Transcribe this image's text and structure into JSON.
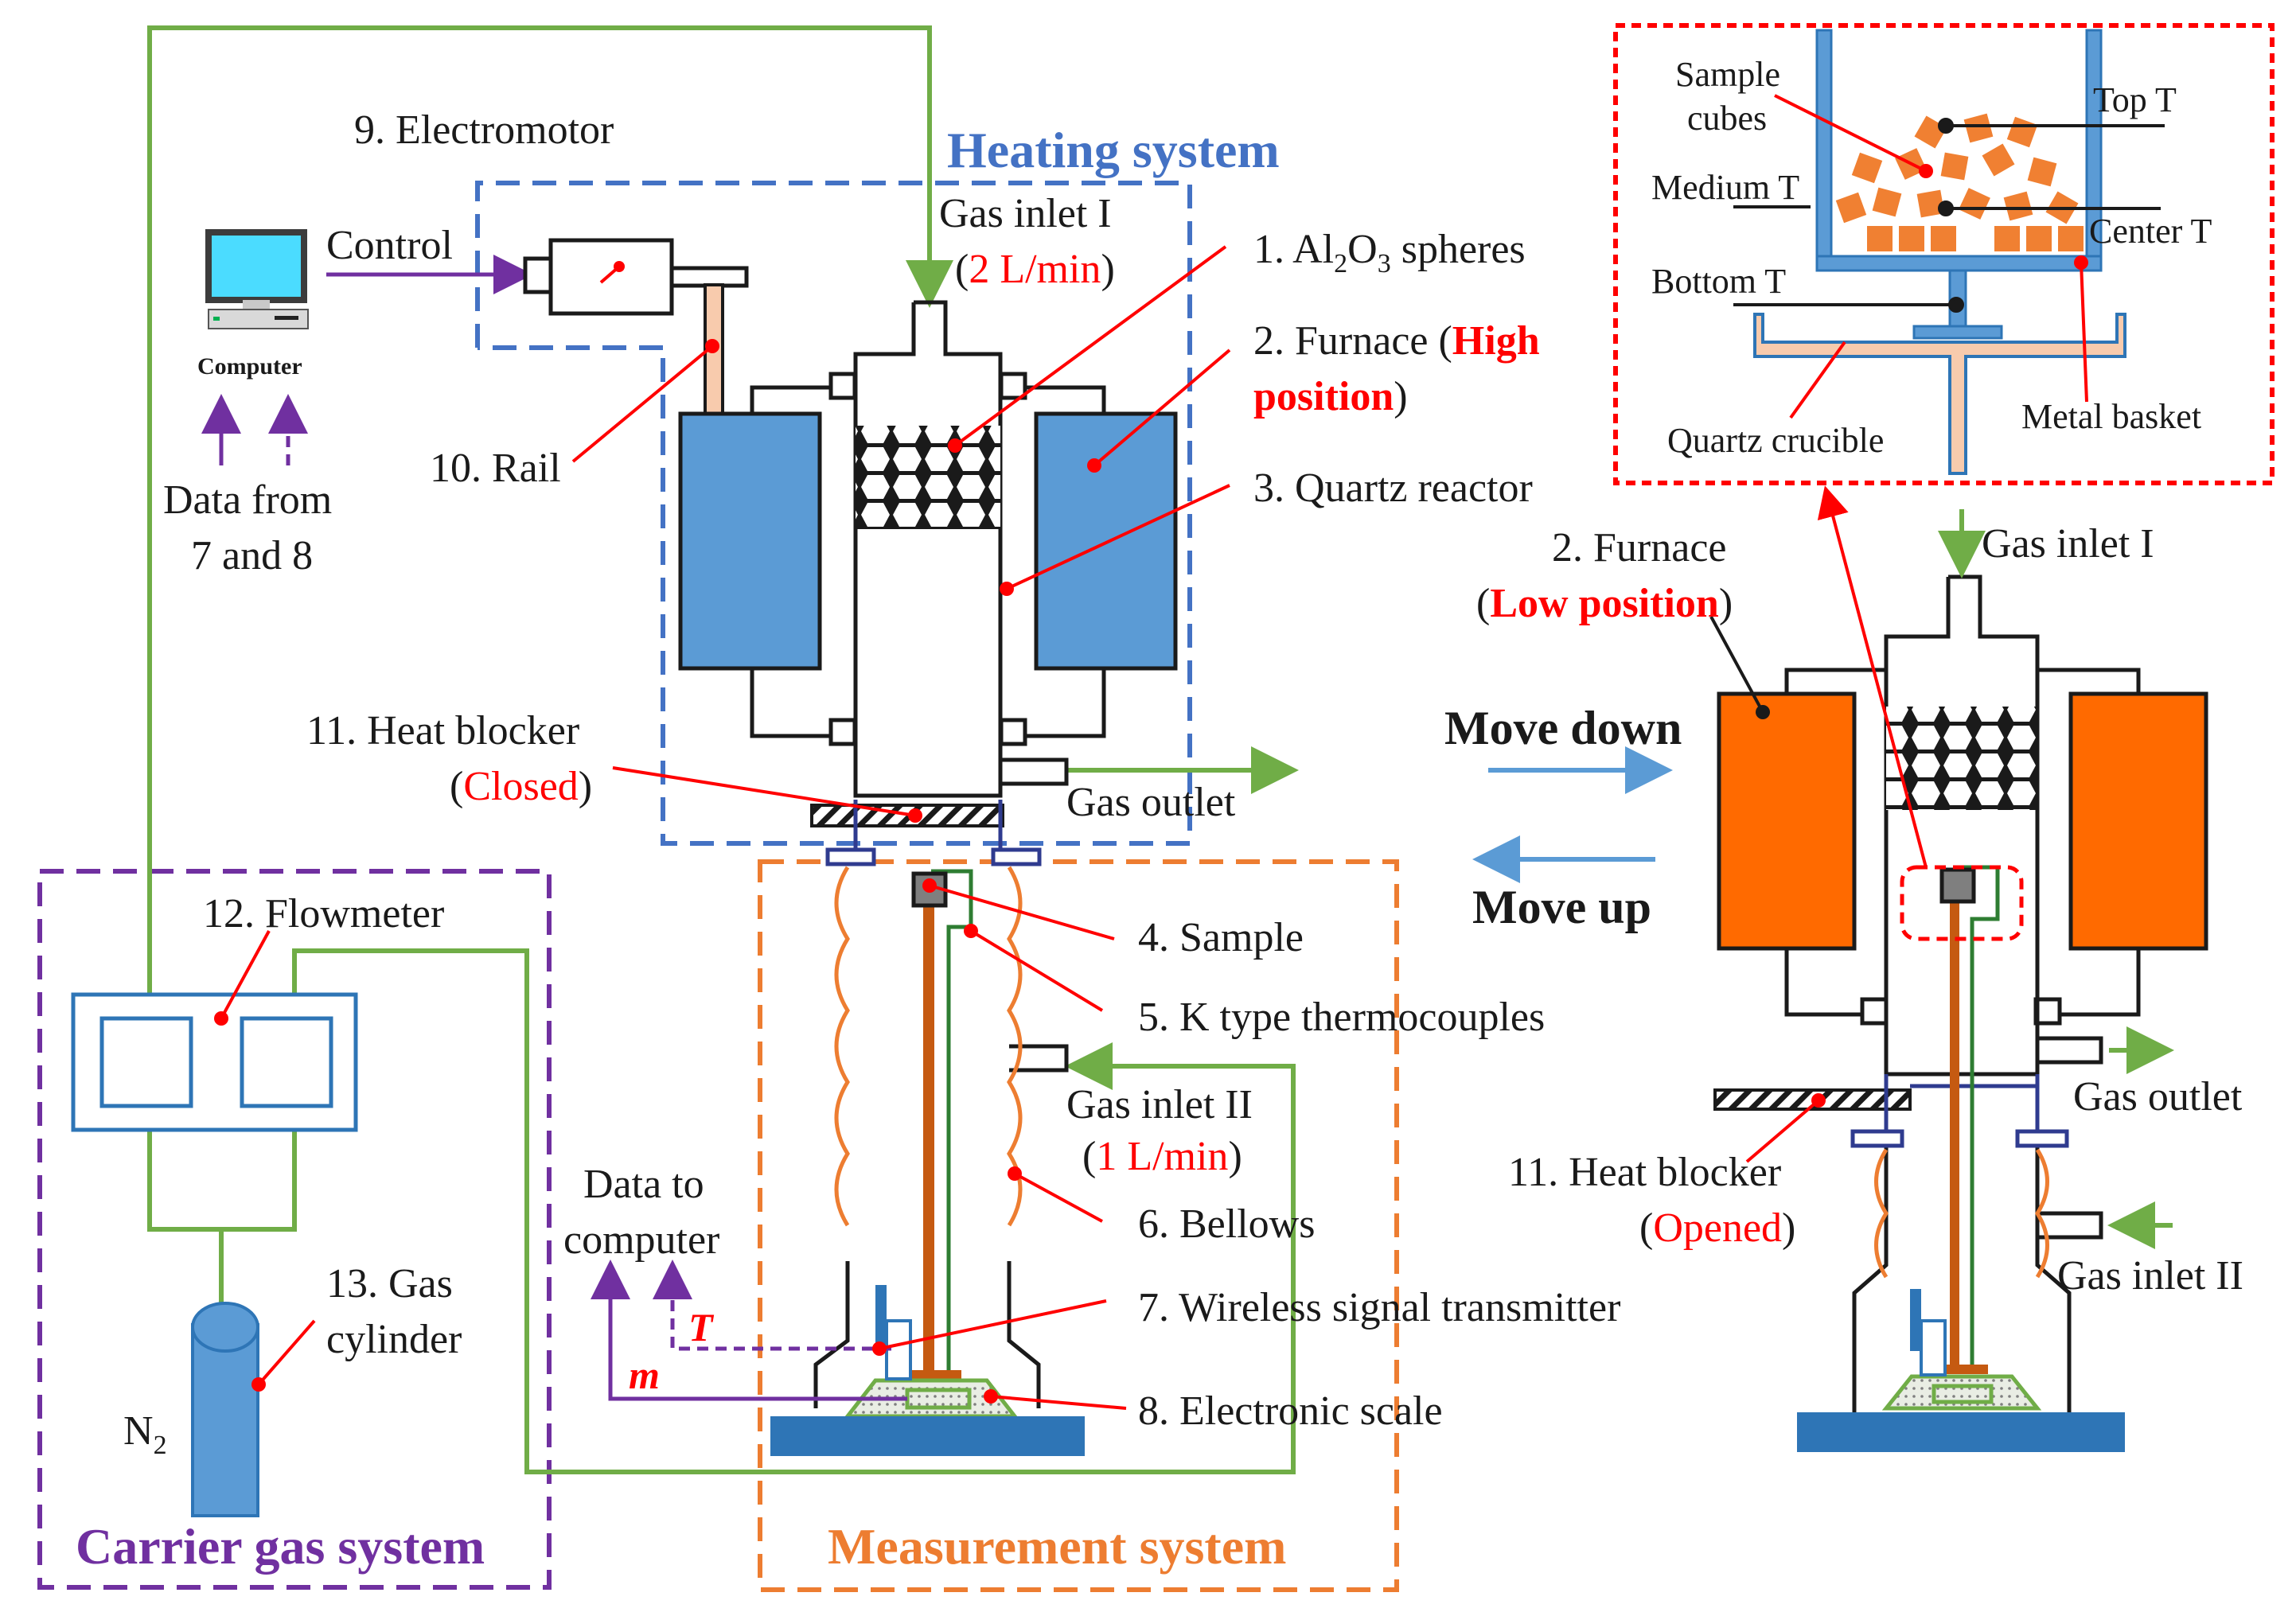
{
  "systems": {
    "heating": "Heating system",
    "carrier": "Carrier gas system",
    "measurement": "Measurement system"
  },
  "labels": {
    "electromotor": "9. Electromotor",
    "control": "Control",
    "computer": "Computer",
    "data_from_1": "Data from",
    "data_from_2": "7 and 8",
    "rail": "10. Rail",
    "gas_inlet_1": "Gas inlet I",
    "gas_inlet_1_flow": "2 L/min",
    "al2o3": "1. Al",
    "al2o3_sub1": "2",
    "al2o3_mid": "O",
    "al2o3_sub2": "3",
    "al2o3_end": " spheres",
    "furnace_high_1": "2. Furnace (",
    "furnace_high_2": "High",
    "furnace_high_3": "position",
    "quartz_reactor": "3. Quartz reactor",
    "heat_blocker_closed_1": "11. Heat blocker",
    "heat_blocker_closed_2": "Closed",
    "gas_outlet": "Gas outlet",
    "flowmeter": "12. Flowmeter",
    "sample": "4. Sample",
    "thermocouples": "5. K type thermocouples",
    "gas_inlet_2": "Gas inlet II",
    "gas_inlet_2_flow": "1 L/min",
    "bellows": "6. Bellows",
    "transmitter": "7. Wireless signal transmitter",
    "scale": "8. Electronic scale",
    "data_to_1": "Data to",
    "data_to_2": "computer",
    "t_symbol": "T",
    "m_symbol": "m",
    "gas_cylinder_1": "13. Gas",
    "gas_cylinder_2": "cylinder",
    "n2": "N",
    "n2_sub": "2",
    "move_down": "Move down",
    "move_up": "Move up",
    "furnace_low_1": "2. Furnace",
    "furnace_low_2": "Low position",
    "heat_blocker_opened_1": "11. Heat blocker",
    "heat_blocker_opened_2": "Opened",
    "gas_inlet_1_r": "Gas inlet I",
    "gas_outlet_r": "Gas outlet",
    "gas_inlet_2_r": "Gas inlet II",
    "sample_cubes_1": "Sample",
    "sample_cubes_2": "cubes",
    "top_t": "Top T",
    "medium_t": "Medium T",
    "center_t": "Center T",
    "bottom_t": "Bottom T",
    "quartz_crucible": "Quartz crucible",
    "metal_basket": "Metal basket"
  },
  "colors": {
    "heating": "#4472c4",
    "carrier": "#7030a0",
    "measurement": "#ed7d31",
    "gas_line": "#70ad47",
    "furnace_blue": "#5b9bd5",
    "furnace_orange": "#ff6a00",
    "callout": "#ff0000",
    "base": "#2e75b6",
    "data_line": "#7030a0"
  }
}
